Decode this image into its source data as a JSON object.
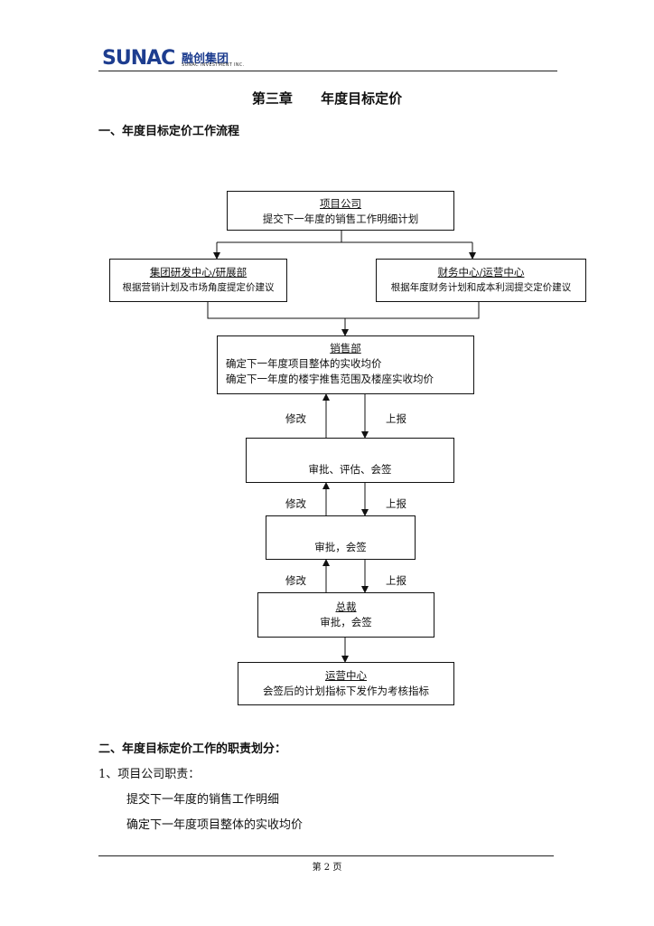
{
  "header": {
    "logo_word": "SUNAC",
    "logo_cn": "融创集团",
    "logo_sub": "SUNAC INVESTMENT INC."
  },
  "chapter_title": "第三章      年度目标定价",
  "section1_heading": "一、年度目标定价工作流程",
  "flow": {
    "project_company": {
      "title": "项目公司",
      "line1": "提交下一年度的销售工作明细计划"
    },
    "research_dept": {
      "title": "集团研发中心/研展部",
      "line1": "根据营销计划及市场角度提定价建议"
    },
    "finance_ops": {
      "title": "财务中心/运营中心",
      "line1": "根据年度财务计划和成本利润提交定价建议"
    },
    "sales_dept": {
      "title": "销售部",
      "line1": "确定下一年度项目整体的实收均价",
      "line2": "确定下一年度的楼宇推售范围及楼座实收均价"
    },
    "review1": {
      "line1": "审批、评估、会签"
    },
    "review2": {
      "line1": "审批，会签"
    },
    "president": {
      "title": "总裁",
      "line1": "审批，会签"
    },
    "ops_center": {
      "title": "运营中心",
      "line1": "会签后的计划指标下发作为考核指标"
    },
    "labels": {
      "modify": "修改",
      "report": "上报"
    }
  },
  "section2_heading": "二、年度目标定价工作的职责划分：",
  "duties": {
    "item1": "1、项目公司职责：",
    "sub1": "提交下一年度的销售工作明细",
    "sub2": "确定下一年度项目整体的实收均价"
  },
  "footer": {
    "page": "第 2 页"
  }
}
